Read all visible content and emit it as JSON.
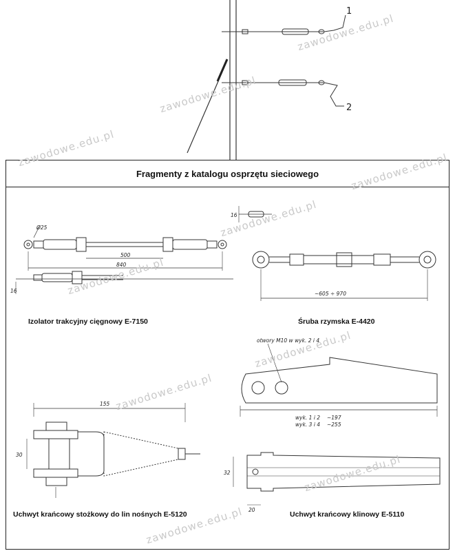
{
  "top_labels": {
    "label_1": "1",
    "label_2": "2"
  },
  "catalog": {
    "title": "Fragmenty z katalogu osprzętu sieciowego",
    "items": [
      {
        "caption": "Izolator trakcyjny cięgnowy E-7150",
        "dims": [
          "Ø25",
          "500",
          "840",
          "16"
        ]
      },
      {
        "caption": "Śruba rzymska E-4420",
        "dims": [
          "16",
          "~605 ÷ 970"
        ]
      },
      {
        "caption": "Uchwyt krańcowy stożkowy do lin nośnych E-5120",
        "dims": [
          "155",
          "30"
        ]
      },
      {
        "caption": "Uchwyt krańcowy klinowy E-5110",
        "dims": [
          "otwory M10 w wyk. 2 i 4",
          "wyk. 1 i 2",
          "~197",
          "wyk. 3 i 4",
          "~255",
          "32",
          "20"
        ]
      }
    ]
  },
  "watermark": "zawodowe.edu.pl"
}
